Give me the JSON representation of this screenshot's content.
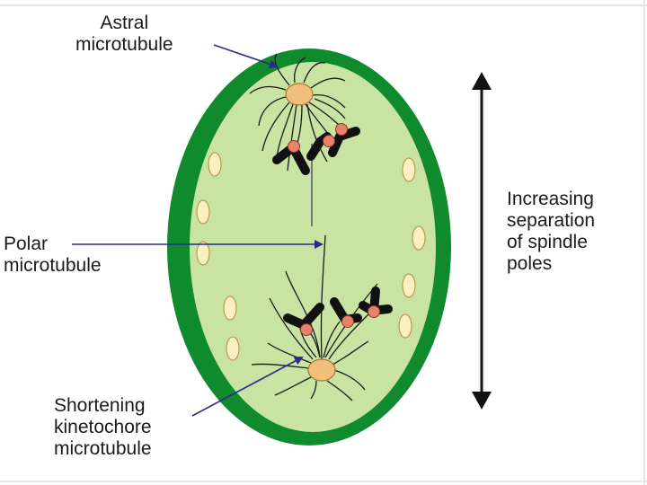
{
  "labels": {
    "astral": [
      "Astral",
      "microtubule"
    ],
    "polar": [
      "Polar",
      "microtubule"
    ],
    "kinetochore": [
      "Shortening",
      "kinetochore",
      "microtubule"
    ],
    "separation": [
      "Increasing",
      "separation",
      "of spindle",
      "poles"
    ]
  },
  "colors": {
    "cell_wall": "#0f8a2c",
    "cytoplasm": "#c8e3a2",
    "centrosome": "#f1bf7a",
    "kinetochore": "#e8836a",
    "chromosome": "#111111",
    "vesicle": "#fbf0c2",
    "arrow": "#2e2a8a"
  }
}
